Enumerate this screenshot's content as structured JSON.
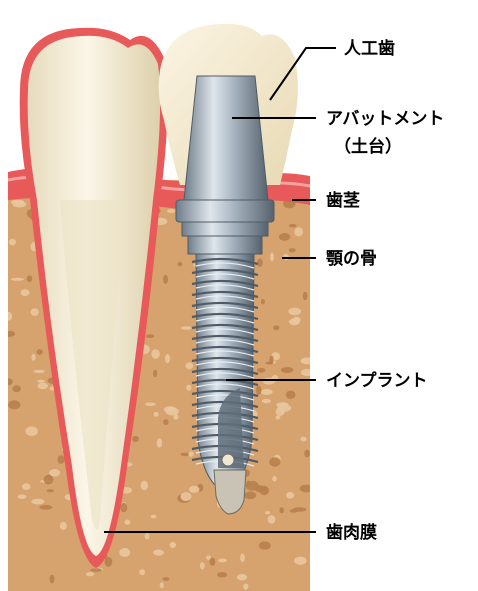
{
  "labels": {
    "crown": "人工歯",
    "abutment_line1": "アバットメント",
    "abutment_line2": "（土台）",
    "gum": "歯茎",
    "jawbone": "顎の骨",
    "implant": "インプラント",
    "periodontal_membrane": "歯肉膜"
  },
  "colors": {
    "bone": "#d6a26e",
    "bone_pore": "#e9c79d",
    "bone_pore_dark": "#b8804c",
    "gum": "#e85a5a",
    "gum_light": "#f4a3a0",
    "tooth": "#f3ecd6",
    "tooth_shade": "#e2d6b4",
    "metal_light": "#d9e1e8",
    "metal_mid": "#9aa8b5",
    "metal_dark": "#5f6d7a"
  }
}
